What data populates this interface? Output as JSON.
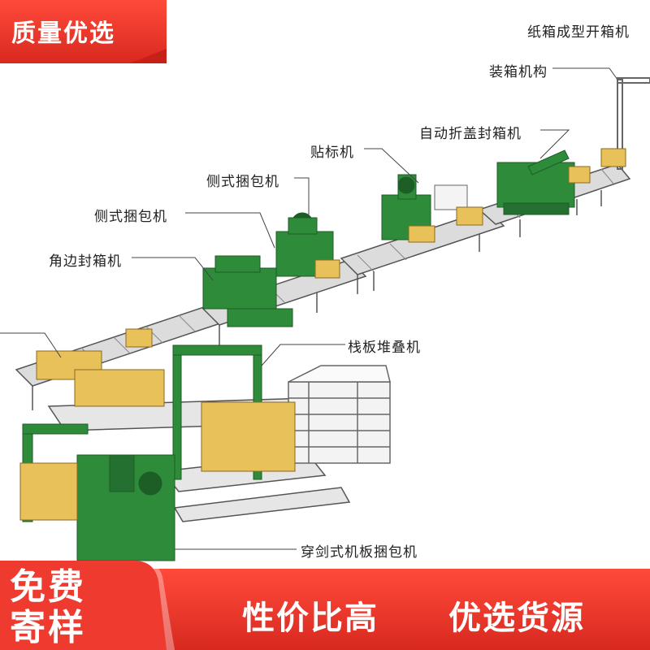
{
  "badge": {
    "label": "质量优选"
  },
  "labels": {
    "carton_former": "纸箱成型开箱机",
    "case_packer": "装箱机构",
    "auto_folder_sealer": "自动折盖封箱机",
    "labeler": "贴标机",
    "side_strapper_1": "侧式捆包机",
    "side_strapper_2": "侧式捆包机",
    "corner_sealer": "角边封箱机",
    "pallet_stacker": "栈板堆叠机",
    "pallet_strapper": "穿剑式机板捆包机"
  },
  "promo": {
    "line1": "免费",
    "line2": "寄样",
    "slogan_left": "性价比高",
    "slogan_right": "优选货源"
  },
  "colors": {
    "machine_green": "#2e8b3a",
    "box_yellow": "#e8c15a",
    "promo_red": "#e8332e",
    "conveyor_gray": "#d9d9d9"
  }
}
